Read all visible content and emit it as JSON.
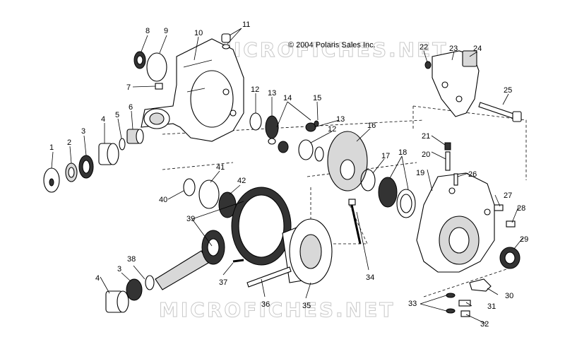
{
  "copyright": "© 2004 Polaris Sales Inc.",
  "watermark": "MICROFICHES.NET",
  "callouts": [
    "1",
    "2",
    "3",
    "4",
    "5",
    "6",
    "7",
    "8",
    "9",
    "10",
    "11",
    "12",
    "13",
    "14",
    "15",
    "13",
    "12",
    "16",
    "17",
    "18",
    "19",
    "20",
    "21",
    "22",
    "23",
    "24",
    "25",
    "26",
    "27",
    "28",
    "29",
    "30",
    "31",
    "32",
    "33",
    "34",
    "35",
    "36",
    "37",
    "38",
    "3",
    "4",
    "39",
    "40",
    "41",
    "42"
  ]
}
